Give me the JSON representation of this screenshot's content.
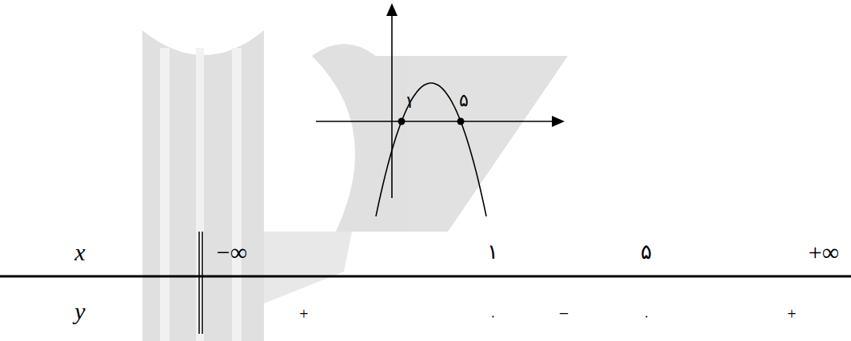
{
  "diagram": {
    "labels": [
      "۱",
      "۵",
      "x",
      "−∞",
      "۱",
      "۵",
      "+∞",
      "y",
      "+",
      "۰",
      "−",
      "۰",
      "+"
    ]
  }
}
